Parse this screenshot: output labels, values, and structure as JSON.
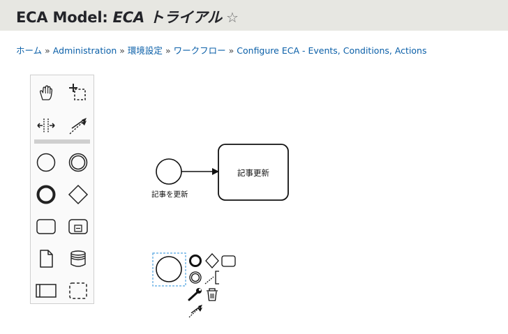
{
  "header": {
    "title_prefix": "ECA Model: ",
    "title_model": "ECA トライアル",
    "favorite_glyph": "☆"
  },
  "breadcrumb": {
    "items": [
      "ホーム",
      "Administration",
      "環境設定",
      "ワークフロー",
      "Configure ECA - Events, Conditions, Actions"
    ],
    "separator": "»"
  },
  "palette": {
    "tools": [
      {
        "name": "hand-tool",
        "icon": "hand-icon"
      },
      {
        "name": "lasso-tool",
        "icon": "lasso-icon"
      },
      {
        "name": "space-tool",
        "icon": "space-tool-icon"
      },
      {
        "name": "global-connect-tool",
        "icon": "connect-icon"
      },
      {
        "name": "create-start-event",
        "icon": "start-event-icon"
      },
      {
        "name": "create-intermediate-event",
        "icon": "intermediate-event-icon"
      },
      {
        "name": "create-end-event",
        "icon": "end-event-icon"
      },
      {
        "name": "create-gateway",
        "icon": "gateway-icon"
      },
      {
        "name": "create-task",
        "icon": "task-icon"
      },
      {
        "name": "create-subprocess",
        "icon": "subprocess-icon"
      },
      {
        "name": "create-data-object",
        "icon": "data-object-icon"
      },
      {
        "name": "create-data-store",
        "icon": "data-store-icon"
      },
      {
        "name": "create-pool",
        "icon": "pool-icon"
      },
      {
        "name": "create-group",
        "icon": "group-icon"
      }
    ]
  },
  "diagram": {
    "start_event_label": "記事を更新",
    "task_label": "記事更新"
  }
}
